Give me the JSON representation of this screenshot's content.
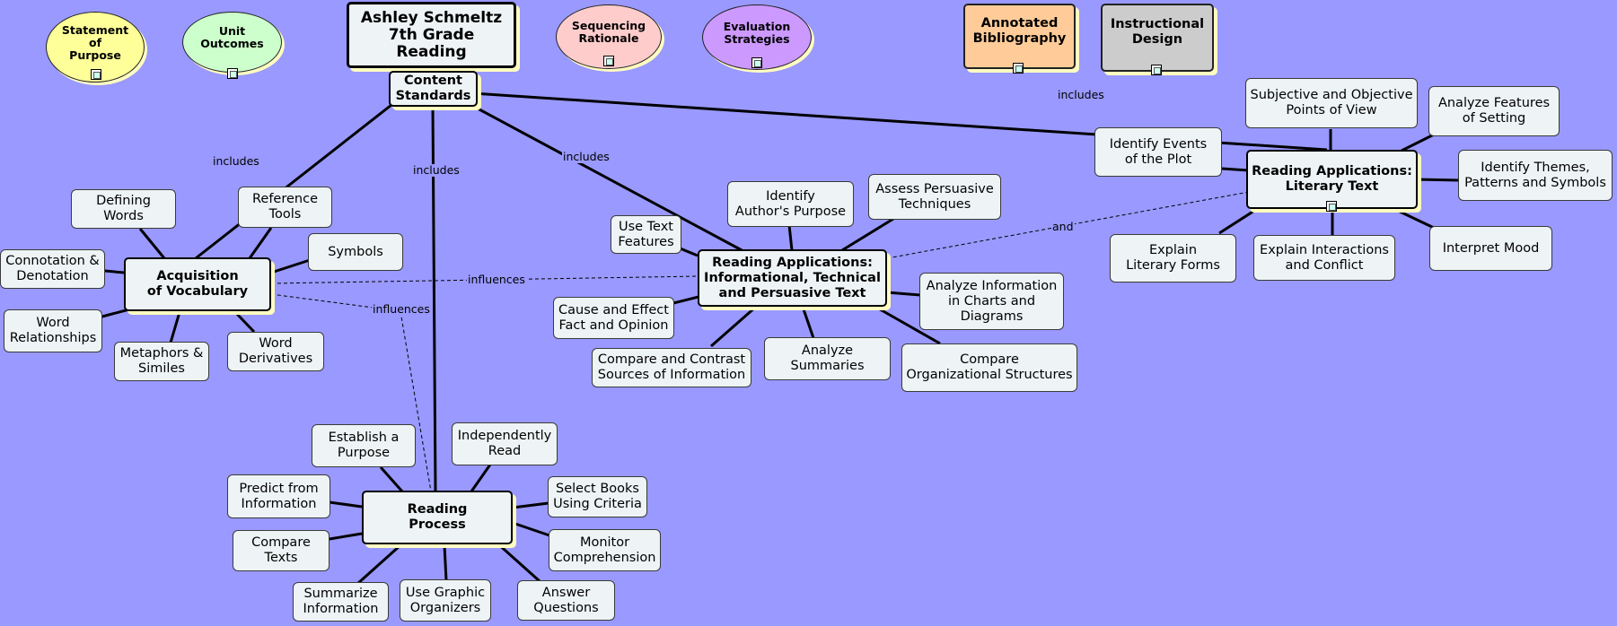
{
  "nodes": {
    "statement": "Statement\nof\nPurpose",
    "outcomes": "Unit\nOutcomes",
    "title": "Ashley Schmeltz\n7th Grade\nReading",
    "sequencing": "Sequencing\nRationale",
    "evaluation": "Evaluation\nStrategies",
    "bibliography": "Annotated\nBibliography",
    "instructional": "Instructional\nDesign",
    "content_standards": "Content\nStandards",
    "acq_vocab": "Acquisition\nof Vocabulary",
    "defining_words": "Defining\nWords",
    "reference_tools": "Reference\nTools",
    "symbols": "Symbols",
    "connotation": "Connotation &\nDenotation",
    "word_relationships": "Word\nRelationships",
    "metaphors": "Metaphors &\nSimiles",
    "word_derivatives": "Word\nDerivatives",
    "reading_info": "Reading Applications:\nInformational, Technical\nand Persuasive Text",
    "use_text_features": "Use Text\nFeatures",
    "author_purpose": "Identify\nAuthor's Purpose",
    "persuasive": "Assess Persuasive\nTechniques",
    "cause_effect": "Cause and Effect\nFact and Opinion",
    "analyze_info": "Analyze Information\nin Charts and\nDiagrams",
    "compare_contrast": "Compare and Contrast\nSources of Information",
    "analyze_summaries": "Analyze\nSummaries",
    "compare_org": "Compare\nOrganizational Structures",
    "reading_lit": "Reading Applications:\nLiterary Text",
    "subjective": "Subjective and Objective\nPoints of View",
    "setting": "Analyze Features\nof Setting",
    "plot": "Identify Events\nof the Plot",
    "themes": "Identify Themes,\nPatterns and Symbols",
    "literary_forms": "Explain\nLiterary Forms",
    "interactions": "Explain Interactions\nand Conflict",
    "mood": "Interpret Mood",
    "reading_process": "Reading\nProcess",
    "establish_purpose": "Establish a\nPurpose",
    "independently_read": "Independently\nRead",
    "predict": "Predict from\nInformation",
    "select_books": "Select Books\nUsing Criteria",
    "compare_texts": "Compare\nTexts",
    "monitor": "Monitor\nComprehension",
    "summarize": "Summarize\nInformation",
    "graphic_organizers": "Use Graphic\nOrganizers",
    "answer_questions": "Answer\nQuestions"
  },
  "link_labels": {
    "includes_vocab": "includes",
    "includes_process": "includes",
    "includes_info": "includes",
    "includes_lit": "includes",
    "influences_info": "influences",
    "influences_process": "influences",
    "and_lit": "and"
  },
  "colors": {
    "background": "#9999ff",
    "node_fill": "#eef4f6",
    "statement": "#ffff99",
    "outcomes": "#ccffcc",
    "sequencing": "#ffcccc",
    "evaluation": "#cc99ff",
    "bibliography": "#ffcc99",
    "instructional": "#cccccc",
    "shadow": "#fffcc0"
  },
  "icons": [
    "document-icon"
  ]
}
